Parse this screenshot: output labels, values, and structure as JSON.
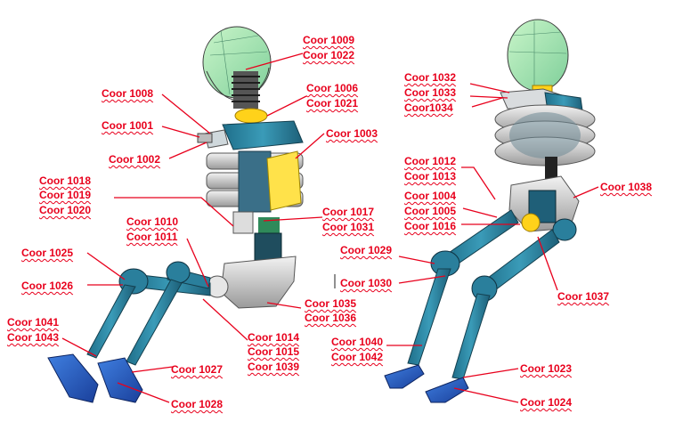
{
  "figure": {
    "label_color": "#e8001c",
    "labels": [
      "Coor 1009",
      "Coor 1022",
      "Coor 1006",
      "Coor 1021",
      "Coor 1008",
      "Coor 1001",
      "Coor 1002",
      "Coor 1003",
      "Coor 1018",
      "Coor 1019",
      "Coor 1020",
      "Coor 1017",
      "Coor 1031",
      "Coor 1010",
      "Coor 1011",
      "Coor 1025",
      "Coor 1026",
      "Coor 1035",
      "Coor 1036",
      "Coor 1041",
      "Coor 1043",
      "Coor 1014",
      "Coor 1015",
      "Coor 1039",
      "Coor 1027",
      "Coor 1028",
      "Coor 1032",
      "Coor 1033",
      "Coor1034",
      "Coor 1012",
      "Coor 1013",
      "Coor 1038",
      "Coor 1004",
      "Coor 1005",
      "Coor 1016",
      "Coor 1029",
      "Coor 1030",
      "Coor 1037",
      "Coor 1040",
      "Coor 1042",
      "Coor 1023",
      "Coor 1024"
    ]
  }
}
